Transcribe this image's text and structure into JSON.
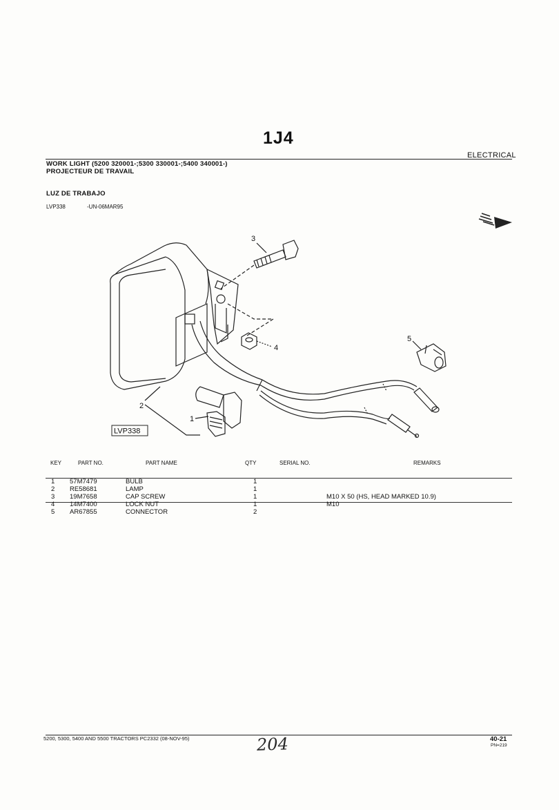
{
  "header": {
    "page_code": "1J4",
    "section": "ELECTRICAL",
    "title_en": "WORK LIGHT (5200 320001-;5300 330001-;5400 340001-)",
    "title_fr": "PROJECTEUR DE TRAVAIL",
    "title_es": "LUZ DE TRABAJO",
    "ref_id": "LVP338",
    "ref_date": "-UN-06MAR95"
  },
  "diagram": {
    "label": "LVP338",
    "callouts": [
      "1",
      "2",
      "3",
      "4",
      "5"
    ],
    "icon": "arrow-right-icon"
  },
  "table": {
    "headers": {
      "key": "KEY",
      "part_no": "PART NO.",
      "part_name": "PART NAME",
      "qty": "QTY",
      "serial_no": "SERIAL NO.",
      "remarks": "REMARKS"
    },
    "rows": [
      {
        "key": "1",
        "part_no": "57M7479",
        "part_name": "BULB",
        "qty": "1",
        "remarks": ""
      },
      {
        "key": "2",
        "part_no": "RE58681",
        "part_name": "LAMP",
        "qty": "1",
        "remarks": ""
      },
      {
        "key": "3",
        "part_no": "19M7658",
        "part_name": "CAP SCREW",
        "qty": "1",
        "remarks": "M10 X 50 (HS, HEAD MARKED 10.9)"
      },
      {
        "key": "4",
        "part_no": "14M7400",
        "part_name": "LOCK NUT",
        "qty": "1",
        "remarks": "M10"
      },
      {
        "key": "5",
        "part_no": "AR67855",
        "part_name": "CONNECTOR",
        "qty": "2",
        "remarks": ""
      }
    ]
  },
  "footer": {
    "text": "5200, 5300, 5400 AND 5500 TRACTORS   PC2332     (08-NOV-95)",
    "page_number": "40-21",
    "pn": "PN=219",
    "handwritten": "204"
  }
}
